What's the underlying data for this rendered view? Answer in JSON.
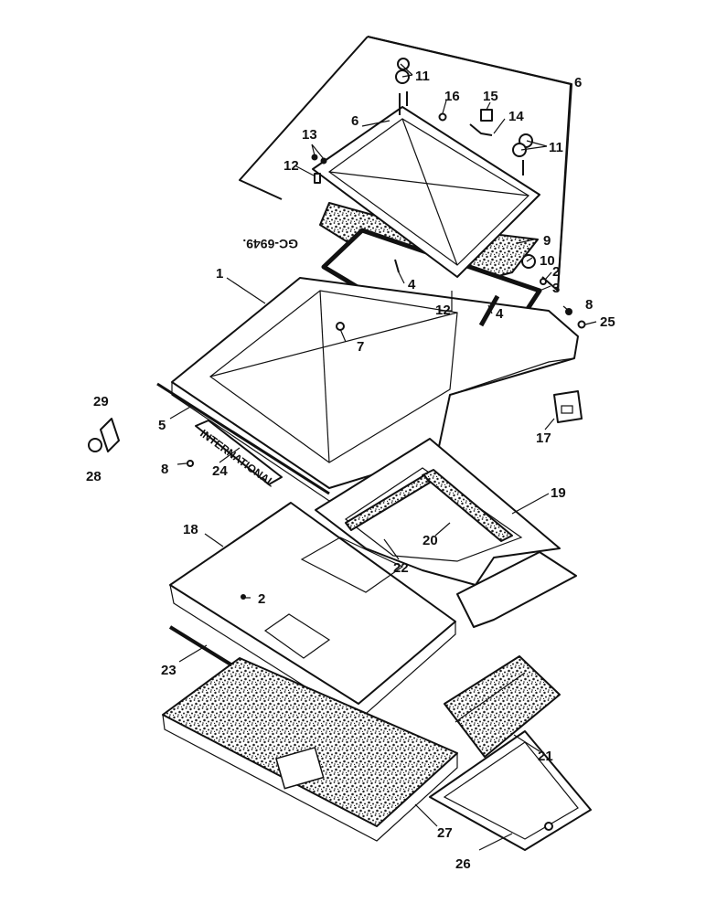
{
  "drawing_code": "GC-6949.",
  "brand_text": "INTERNATIONAL",
  "callouts": {
    "c1": "1",
    "c2a": "2",
    "c2b": "2",
    "c3": "3",
    "c4a": "4",
    "c4b": "4",
    "c5": "5",
    "c6a": "6",
    "c6b": "6",
    "c7": "7",
    "c8a": "8",
    "c8b": "8",
    "c9": "9",
    "c10": "10",
    "c11a": "11",
    "c11b": "11",
    "c12a": "12",
    "c12b": "12",
    "c13": "13",
    "c14": "14",
    "c15": "15",
    "c16": "16",
    "c17": "17",
    "c18": "18",
    "c19": "19",
    "c20": "20",
    "c21": "21",
    "c22": "22",
    "c23": "23",
    "c24": "24",
    "c25": "25",
    "c26": "26",
    "c27": "27",
    "c28": "28",
    "c29": "29"
  }
}
